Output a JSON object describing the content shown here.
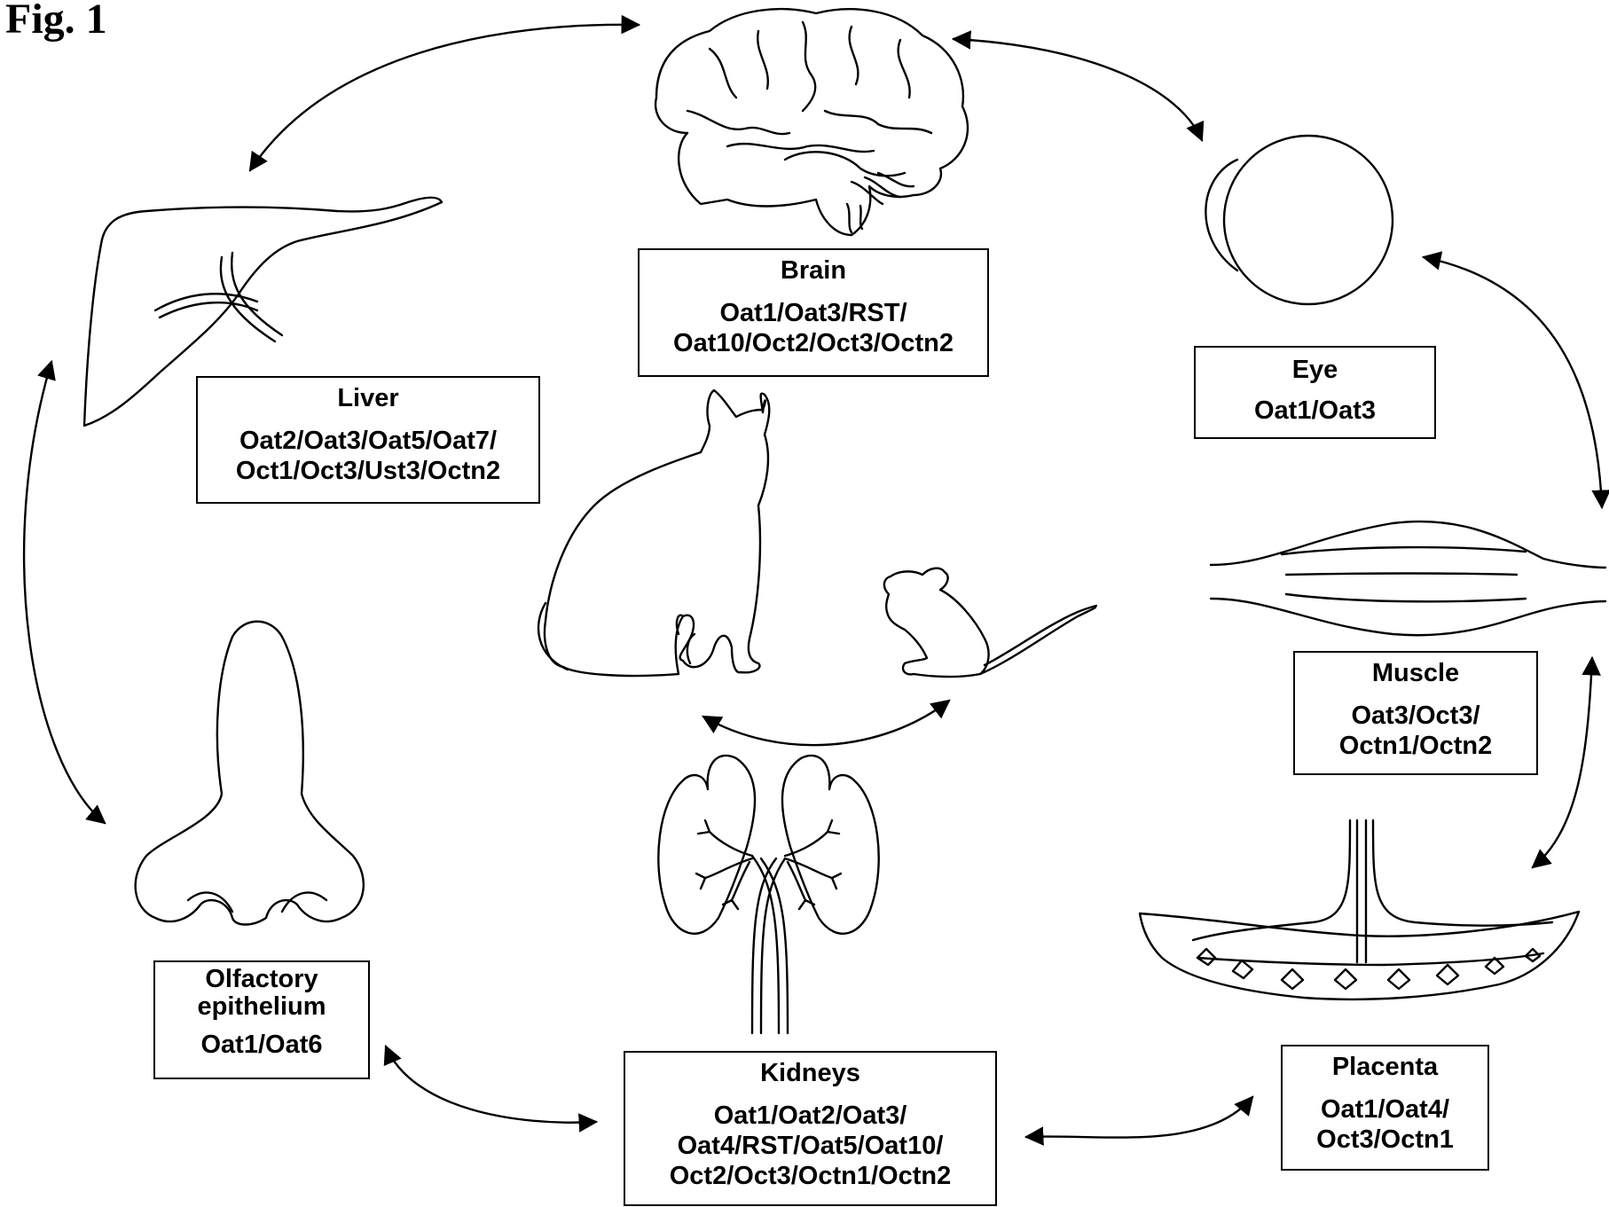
{
  "figure_label": "Fig. 1",
  "organs": {
    "brain": {
      "title": "Brain",
      "transporters": [
        "Oat1/Oat3/RST/",
        "Oat10/Oct2/Oct3/Octn2"
      ]
    },
    "eye": {
      "title": "Eye",
      "transporters": [
        "Oat1/Oat3"
      ]
    },
    "liver": {
      "title": "Liver",
      "transporters": [
        "Oat2/Oat3/Oat5/Oat7/",
        "Oct1/Oct3/Ust3/Octn2"
      ]
    },
    "muscle": {
      "title": "Muscle",
      "transporters": [
        "Oat3/Oct3/",
        "Octn1/Octn2"
      ]
    },
    "olfactory": {
      "title": [
        "Olfactory",
        "epithelium"
      ],
      "transporters": [
        "Oat1/Oat6"
      ]
    },
    "kidneys": {
      "title": "Kidneys",
      "transporters": [
        "Oat1/Oat2/Oat3/",
        "Oat4/RST/Oat5/Oat10/",
        "Oct2/Oct3/Octn1/Octn2"
      ]
    },
    "placenta": {
      "title": "Placenta",
      "transporters": [
        "Oat1/Oat4/",
        "Oct3/Octn1"
      ]
    }
  },
  "illustrations": [
    "brain-illustration",
    "eye-illustration",
    "liver-illustration",
    "muscle-illustration",
    "nose-illustration",
    "kidneys-illustration",
    "placenta-illustration",
    "cat-illustration",
    "mouse-illustration"
  ]
}
